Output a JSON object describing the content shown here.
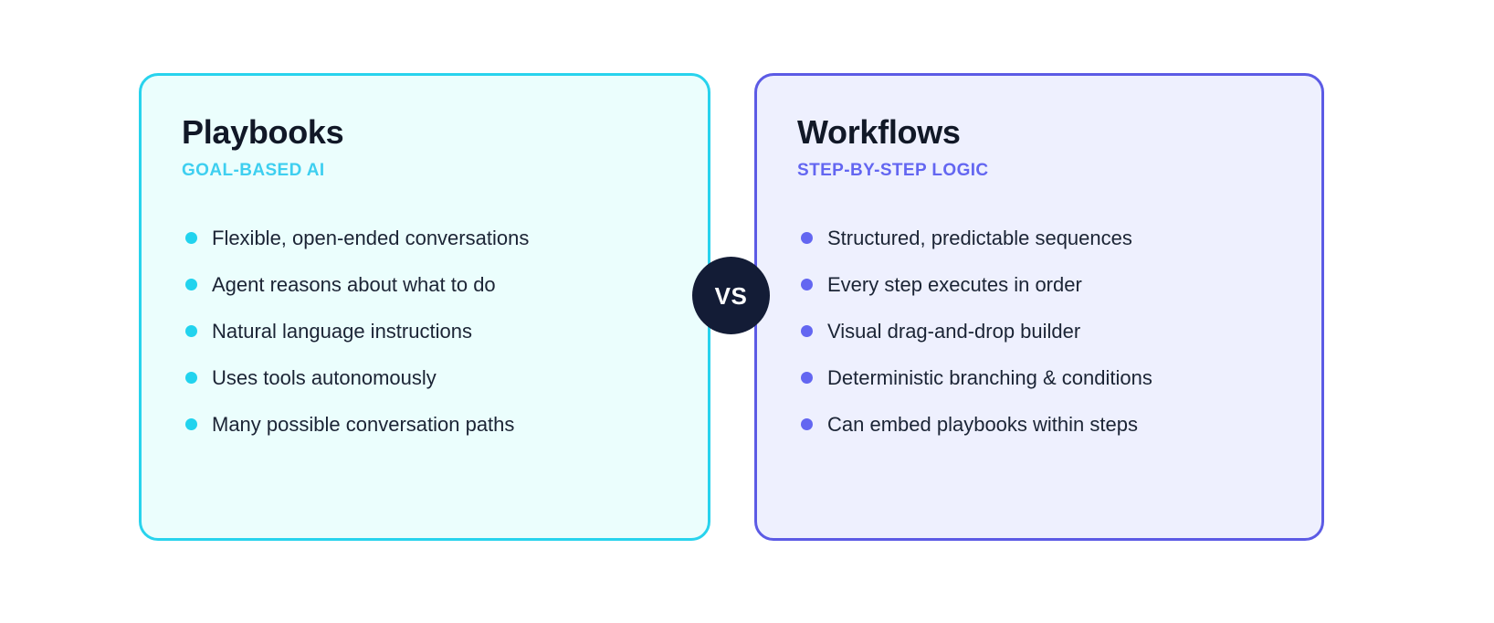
{
  "comparison": {
    "separator_label": "VS",
    "left_card": {
      "title": "Playbooks",
      "subtitle": "GOAL-BASED AI",
      "accent_color": "#22D3EE",
      "border_color": "#28D3ED",
      "background_color": "#EBFEFD",
      "bullets": [
        "Flexible, open-ended conversations",
        "Agent reasons about what to do",
        "Natural language instructions",
        "Uses tools autonomously",
        "Many possible conversation paths"
      ]
    },
    "right_card": {
      "title": "Workflows",
      "subtitle": "STEP-BY-STEP LOGIC",
      "accent_color": "#6366F1",
      "border_color": "#5C5BE5",
      "background_color": "#EEF0FE",
      "bullets": [
        "Structured, predictable sequences",
        "Every step executes in order",
        "Visual drag-and-drop builder",
        "Deterministic branching & conditions",
        "Can embed playbooks within steps"
      ]
    }
  }
}
